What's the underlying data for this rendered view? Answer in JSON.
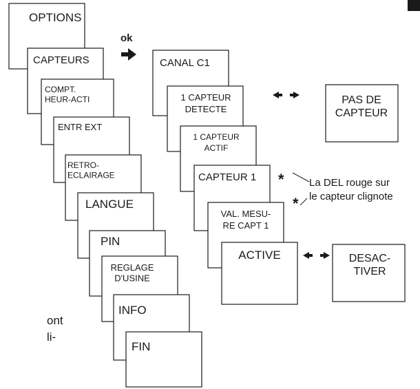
{
  "options_stack": {
    "title": "OPTIONS",
    "items": [
      "CAPTEURS",
      "COMPT.\nHEUR-ACTI",
      "ENTR EXT",
      "RETRO-\nECLAIRAGE",
      "LANGUE",
      "PIN",
      "REGLAGE\nD'USINE",
      "INFO",
      "FIN"
    ]
  },
  "transition": {
    "label": "ok"
  },
  "channel_stack": {
    "title": "CANAL C1",
    "items": [
      "1 CAPTEUR\nDETECTE",
      "1 CAPTEUR\nACTIF",
      "CAPTEUR 1",
      "VAL. MESU-\nRE CAPT 1",
      "ACTIVE"
    ]
  },
  "alternatives": {
    "no_sensor": "PAS DE\nCAPTEUR",
    "deactivate": "DESAC-\nTIVER"
  },
  "note": {
    "marker": "*",
    "text": "La DEL rouge sur\nle capteur clignote"
  },
  "page_fragments": [
    "ont",
    "li-"
  ],
  "corner_tab_color": "#1a1a1a"
}
